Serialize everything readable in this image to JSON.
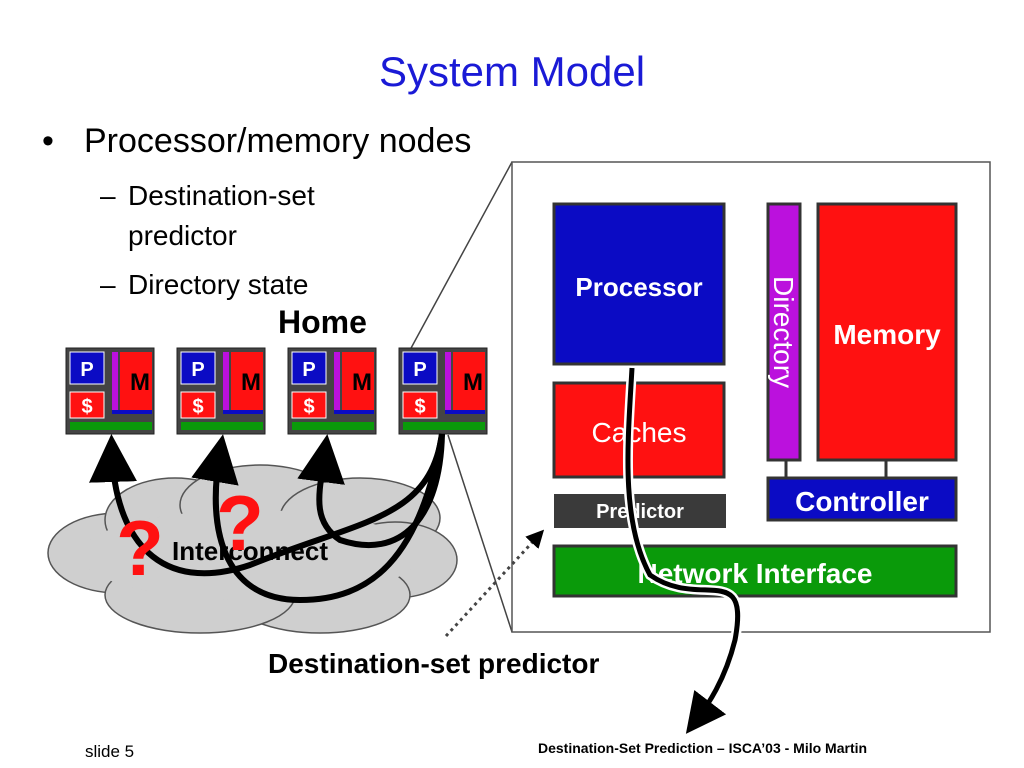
{
  "slide": {
    "title": "System Model",
    "bullet": "Processor/memory nodes",
    "subbullets": [
      "Destination-set",
      "predictor",
      "Directory state"
    ],
    "home_label": "Home",
    "dsp_label": "Destination-set predictor",
    "footer_left": "slide 5",
    "footer_right": "Destination-Set Prediction – ISCA’03 - Milo Martin"
  },
  "node": {
    "processor": "P",
    "cache": "$",
    "memory": "M"
  },
  "cloud": {
    "label": "Interconnect",
    "question": "?"
  },
  "detail": {
    "processor": "Processor",
    "caches": "Caches",
    "predictor": "Predictor",
    "directory": "Directory",
    "memory": "Memory",
    "controller": "Controller",
    "network": "Network Interface"
  },
  "colors": {
    "title": "#1a1ad6",
    "processor": "#0b0bc4",
    "memory": "#ff1111",
    "directory": "#bb11dd",
    "network": "#0a9a0a",
    "predictor": "#3a3a3a",
    "question": "#ff1111",
    "cloud": "#cfcfcf"
  }
}
